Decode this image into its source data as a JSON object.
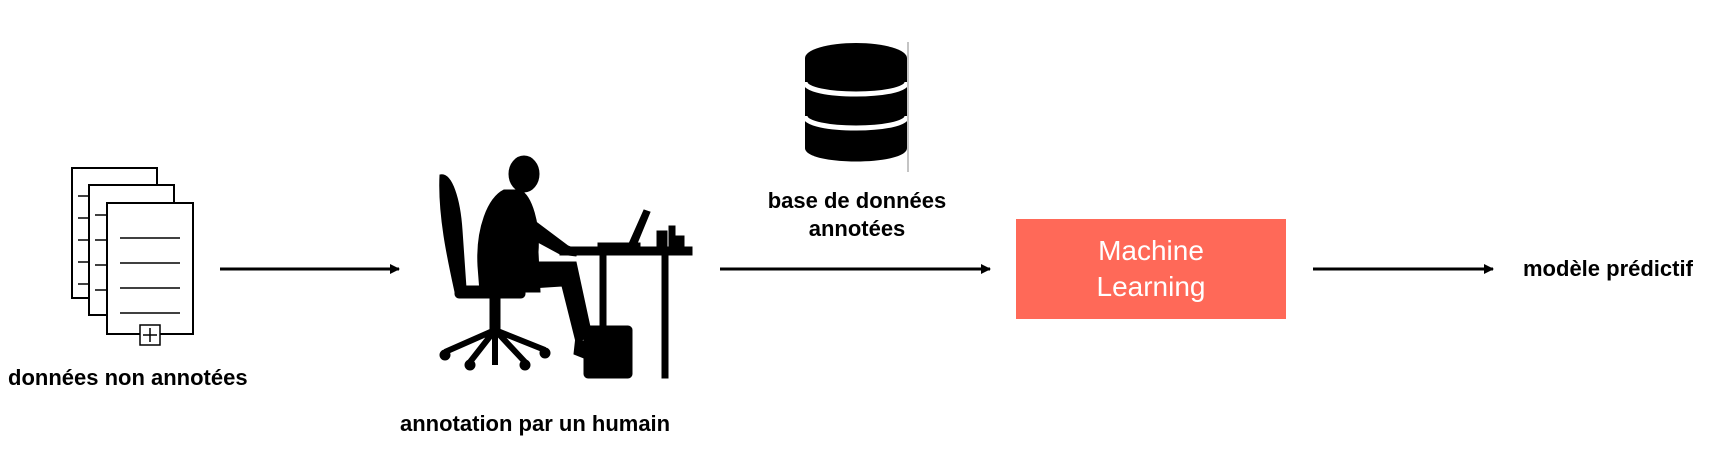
{
  "diagram": {
    "nodes": {
      "unlabeled_data": {
        "label": "données non annotées",
        "icon": "documents-stack-icon"
      },
      "human_annotation": {
        "label": "annotation par un humain",
        "icon": "person-at-desk-icon"
      },
      "labeled_database": {
        "label_line1": "base de données",
        "label_line2": "annotées",
        "icon": "database-icon"
      },
      "machine_learning": {
        "label_line1": "Machine",
        "label_line2": "Learning"
      },
      "predictive_model": {
        "label": "modèle prédictif"
      }
    },
    "edges": [
      {
        "from": "unlabeled_data",
        "to": "human_annotation"
      },
      {
        "from": "human_annotation",
        "to": "machine_learning"
      },
      {
        "from": "machine_learning",
        "to": "predictive_model"
      }
    ]
  },
  "colors": {
    "ml_box": "#FF6958",
    "ink": "#000000",
    "background": "#FFFFFF"
  }
}
